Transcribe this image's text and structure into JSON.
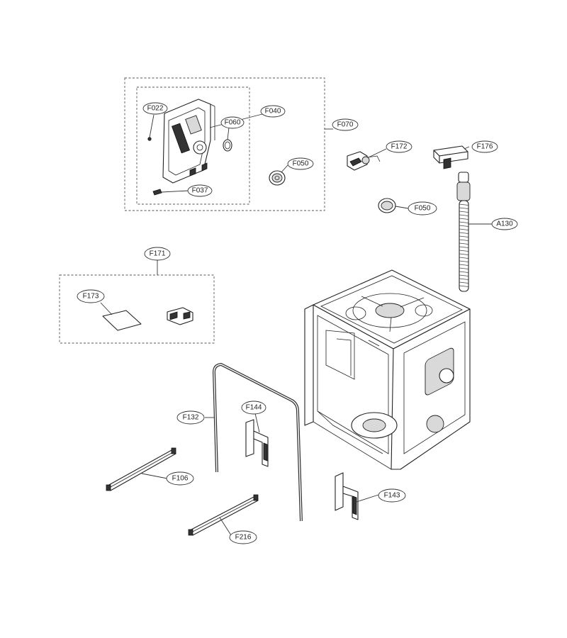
{
  "callouts": {
    "f022": "F022",
    "f040": "F040",
    "f060": "F060",
    "f070": "F070",
    "f050_upper": "F050",
    "f037": "F037",
    "f172": "F172",
    "f176": "F176",
    "f050_lower": "F050",
    "a130": "A130",
    "f171": "F171",
    "f173": "F173",
    "f132": "F132",
    "f144": "F144",
    "f106": "F106",
    "f143": "F143",
    "f216": "F216"
  }
}
